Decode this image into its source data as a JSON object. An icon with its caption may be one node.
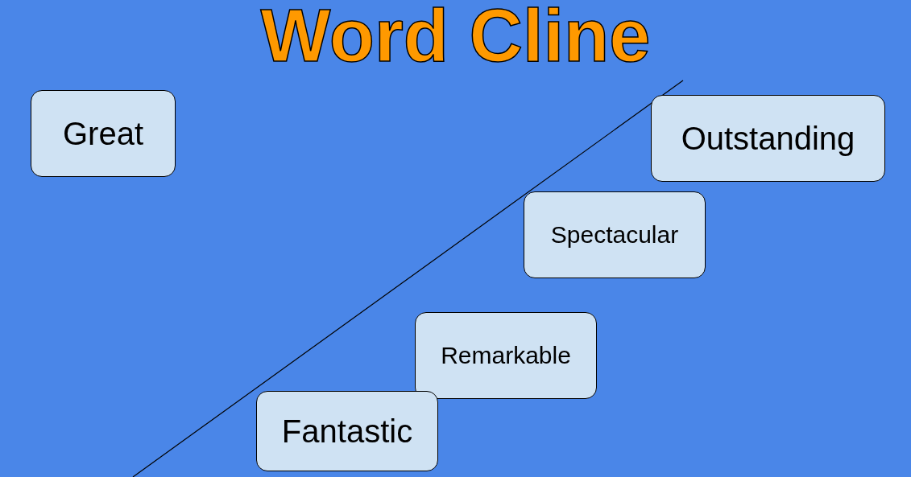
{
  "diagram": {
    "title": "Word Cline",
    "nodes": [
      {
        "text": [
          "Great"
        ]
      },
      {
        "text": [
          "Outstanding"
        ]
      },
      {
        "text": [
          "Spectacular"
        ]
      },
      {
        "text": [
          "Remarkable"
        ]
      },
      {
        "text": [
          "Fantastic"
        ]
      }
    ],
    "edges": []
  }
}
